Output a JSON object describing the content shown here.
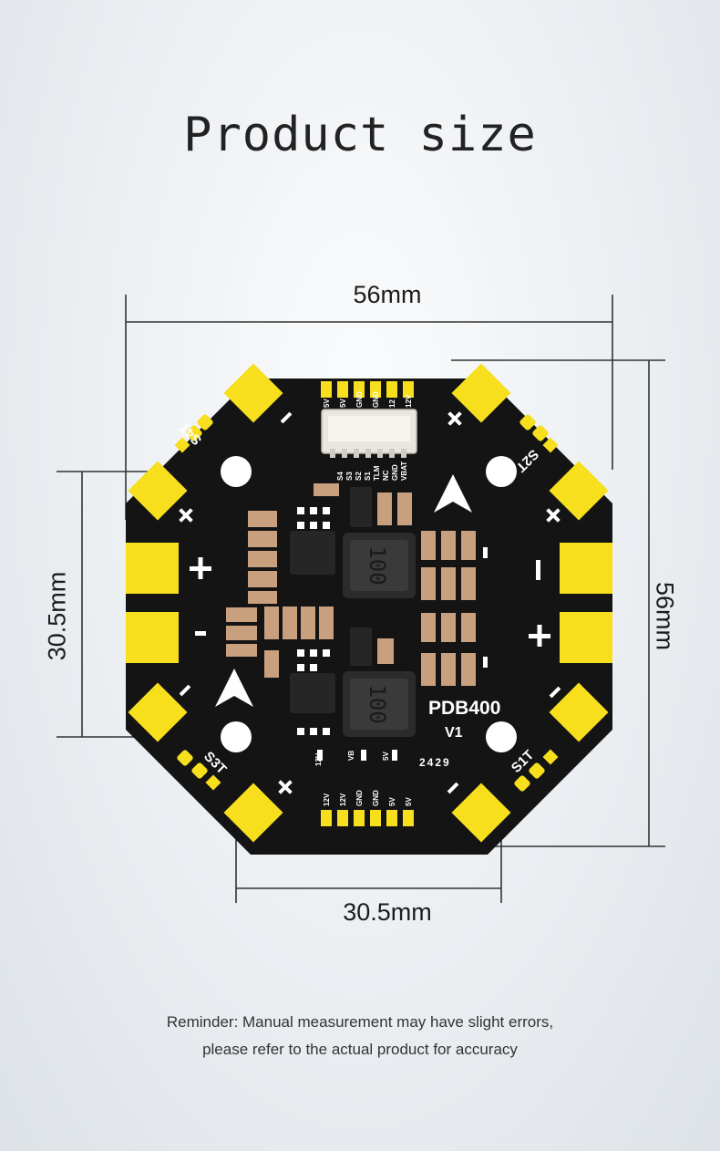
{
  "title": "Product size",
  "dimensions": {
    "top": "56mm",
    "right": "56mm",
    "left": "30.5mm",
    "bottom": "30.5mm"
  },
  "board": {
    "model": "PDB400",
    "version": "V1",
    "date_code": "2429",
    "connector_pins": [
      "5V",
      "5V",
      "GND",
      "GND",
      "12",
      "12V"
    ],
    "signal_labels": [
      "S4",
      "S3",
      "S2",
      "S1",
      "TLM",
      "NC",
      "GND",
      "VBAT"
    ],
    "bottom_led_labels": [
      "12V",
      "VB",
      "5V"
    ],
    "bottom_pad_labels": [
      "12V",
      "12V",
      "GND",
      "GND",
      "5V",
      "5V"
    ],
    "inductor_marking": "100",
    "motor_labels": [
      "S4T",
      "S2T",
      "S3T",
      "S1T"
    ],
    "colors": {
      "pcb": "#111111",
      "pad": "#f7df1e",
      "silkscreen": "#ffffff"
    }
  },
  "reminder": {
    "line1": "Reminder: Manual measurement may have slight errors,",
    "line2": "please refer to the actual product for accuracy"
  }
}
